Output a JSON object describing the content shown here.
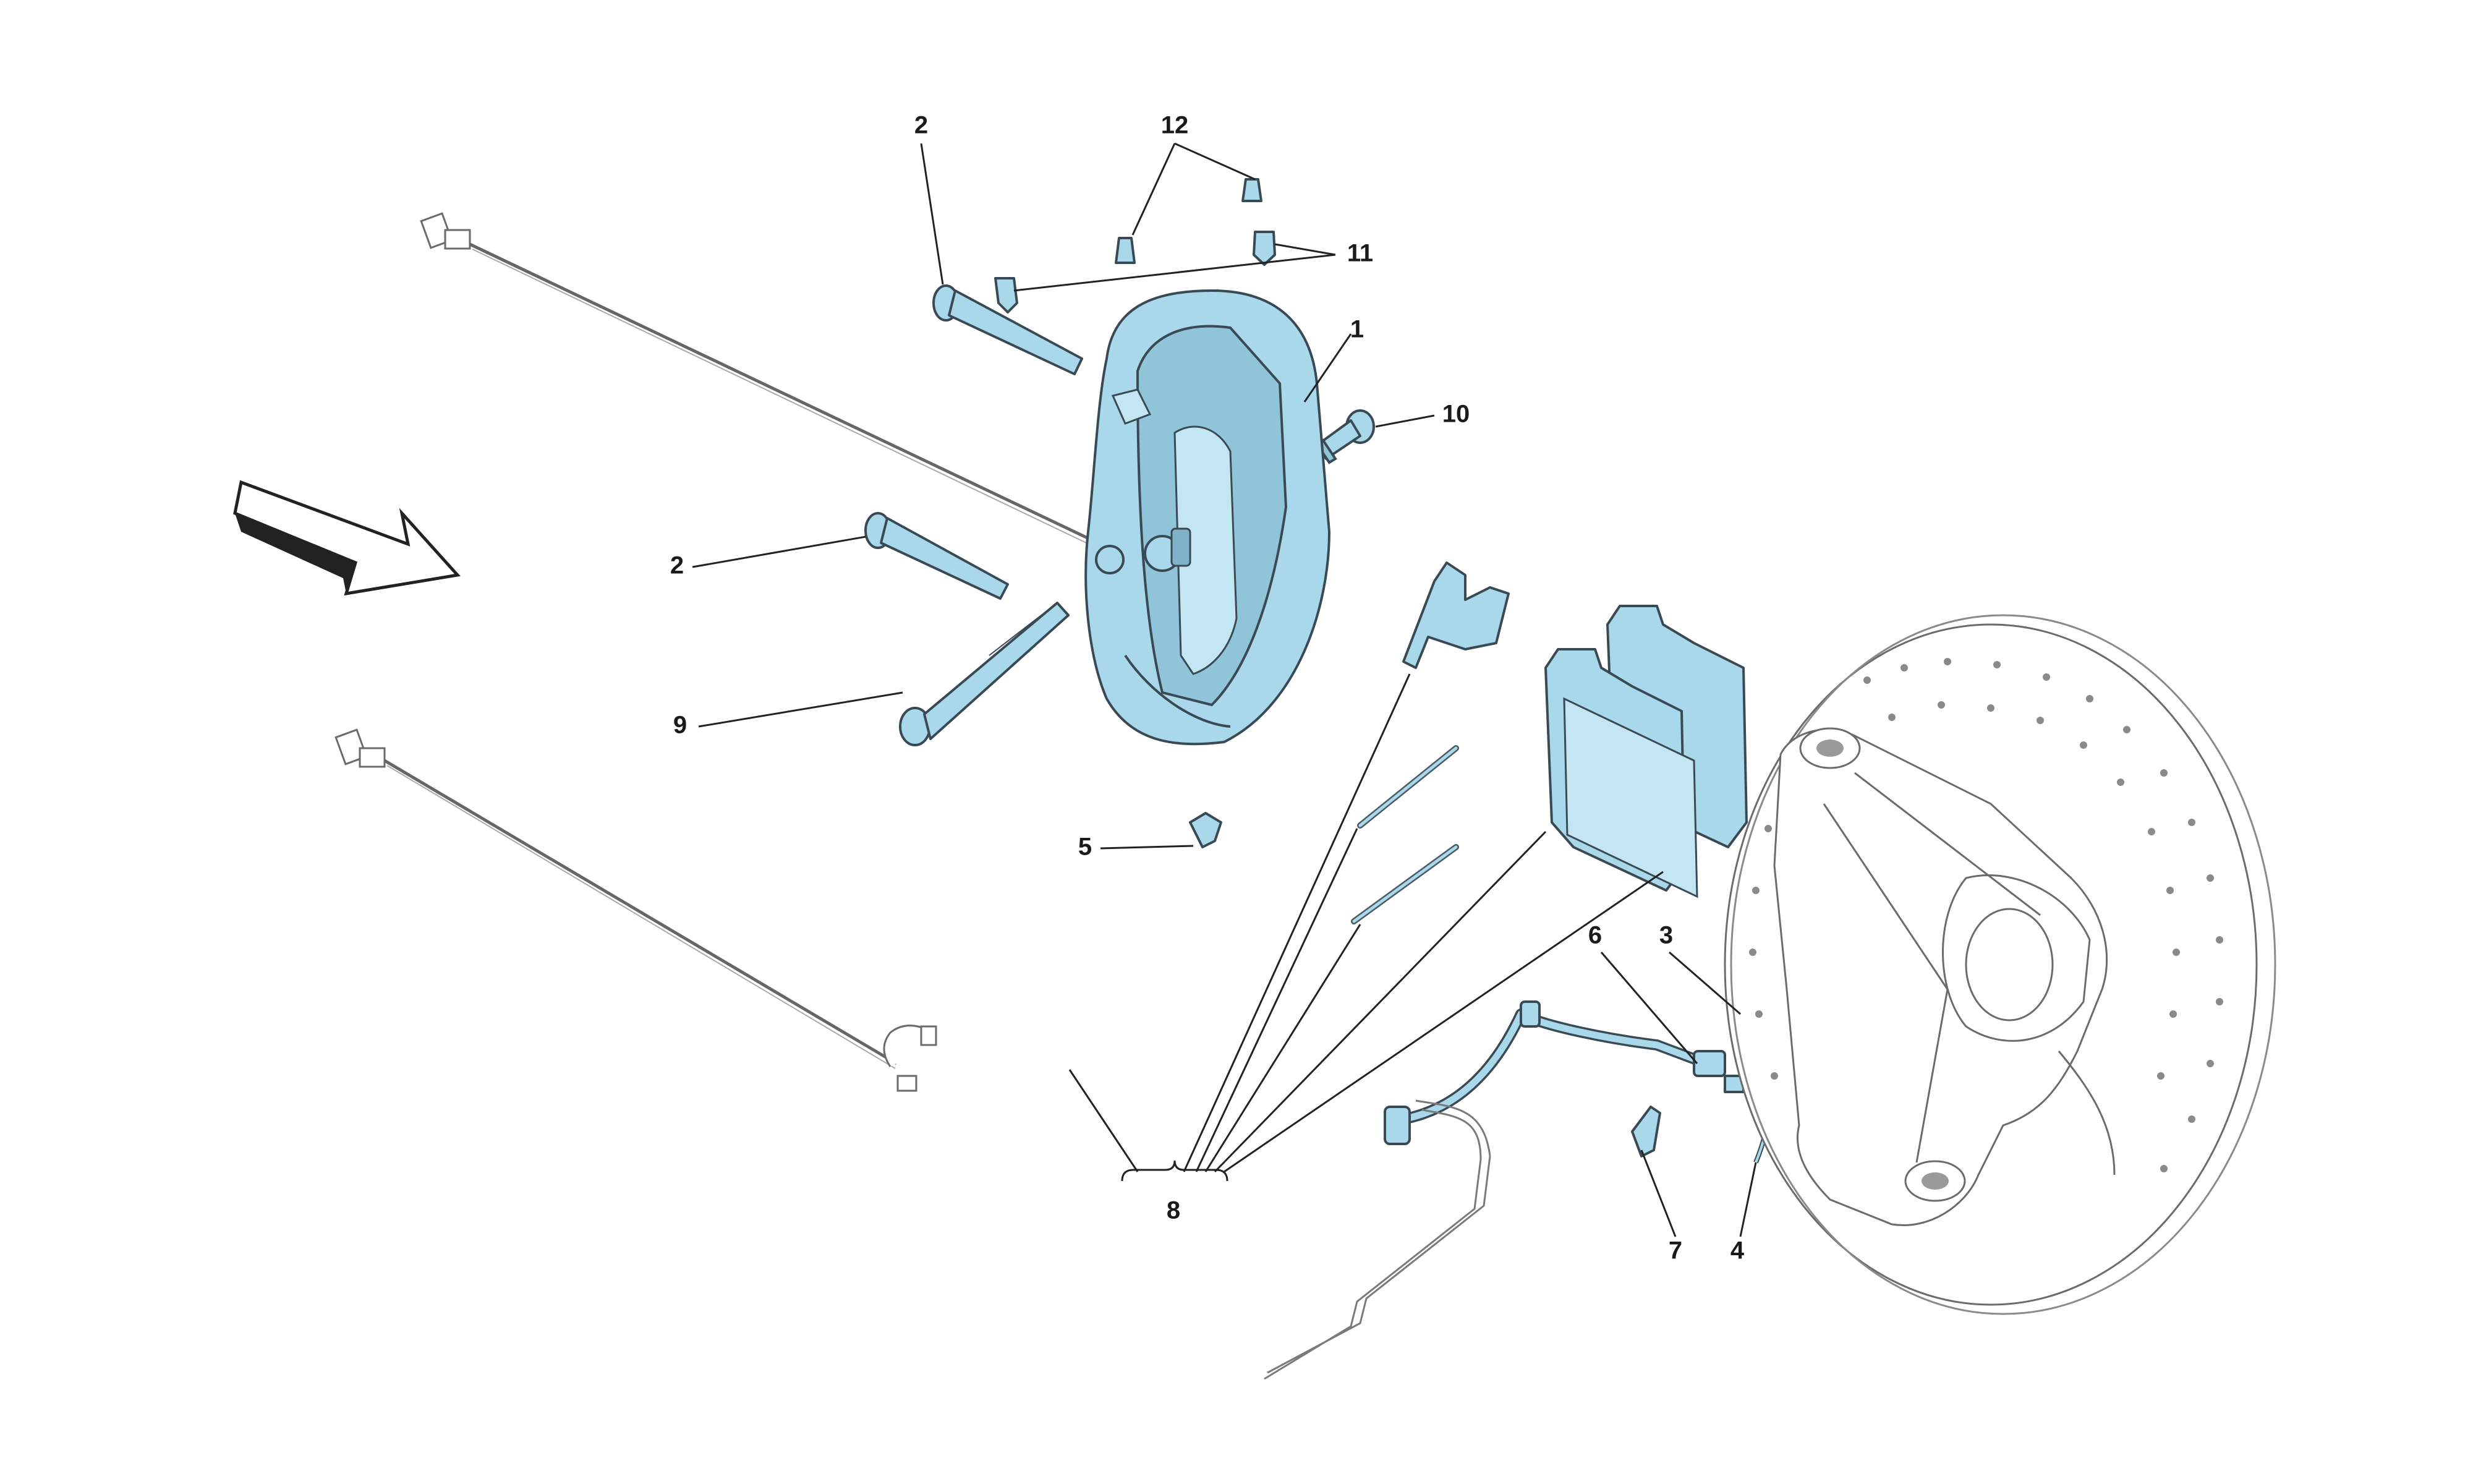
{
  "diagram": {
    "type": "exploded-parts-diagram",
    "colors": {
      "part_fill": "#a9d8ea",
      "part_stroke": "#3a4a55",
      "outline_stroke": "#6b6b6b",
      "callout_text": "#1a1a1a"
    },
    "callouts": [
      {
        "id": "c12",
        "label": "12"
      },
      {
        "id": "c2a",
        "label": "2"
      },
      {
        "id": "c11",
        "label": "11"
      },
      {
        "id": "c1",
        "label": "1"
      },
      {
        "id": "c10",
        "label": "10"
      },
      {
        "id": "c2b",
        "label": "2"
      },
      {
        "id": "c9",
        "label": "9"
      },
      {
        "id": "c5",
        "label": "5"
      },
      {
        "id": "c6",
        "label": "6"
      },
      {
        "id": "c3",
        "label": "3"
      },
      {
        "id": "c8",
        "label": "8"
      },
      {
        "id": "c7",
        "label": "7"
      },
      {
        "id": "c4",
        "label": "4"
      }
    ]
  }
}
